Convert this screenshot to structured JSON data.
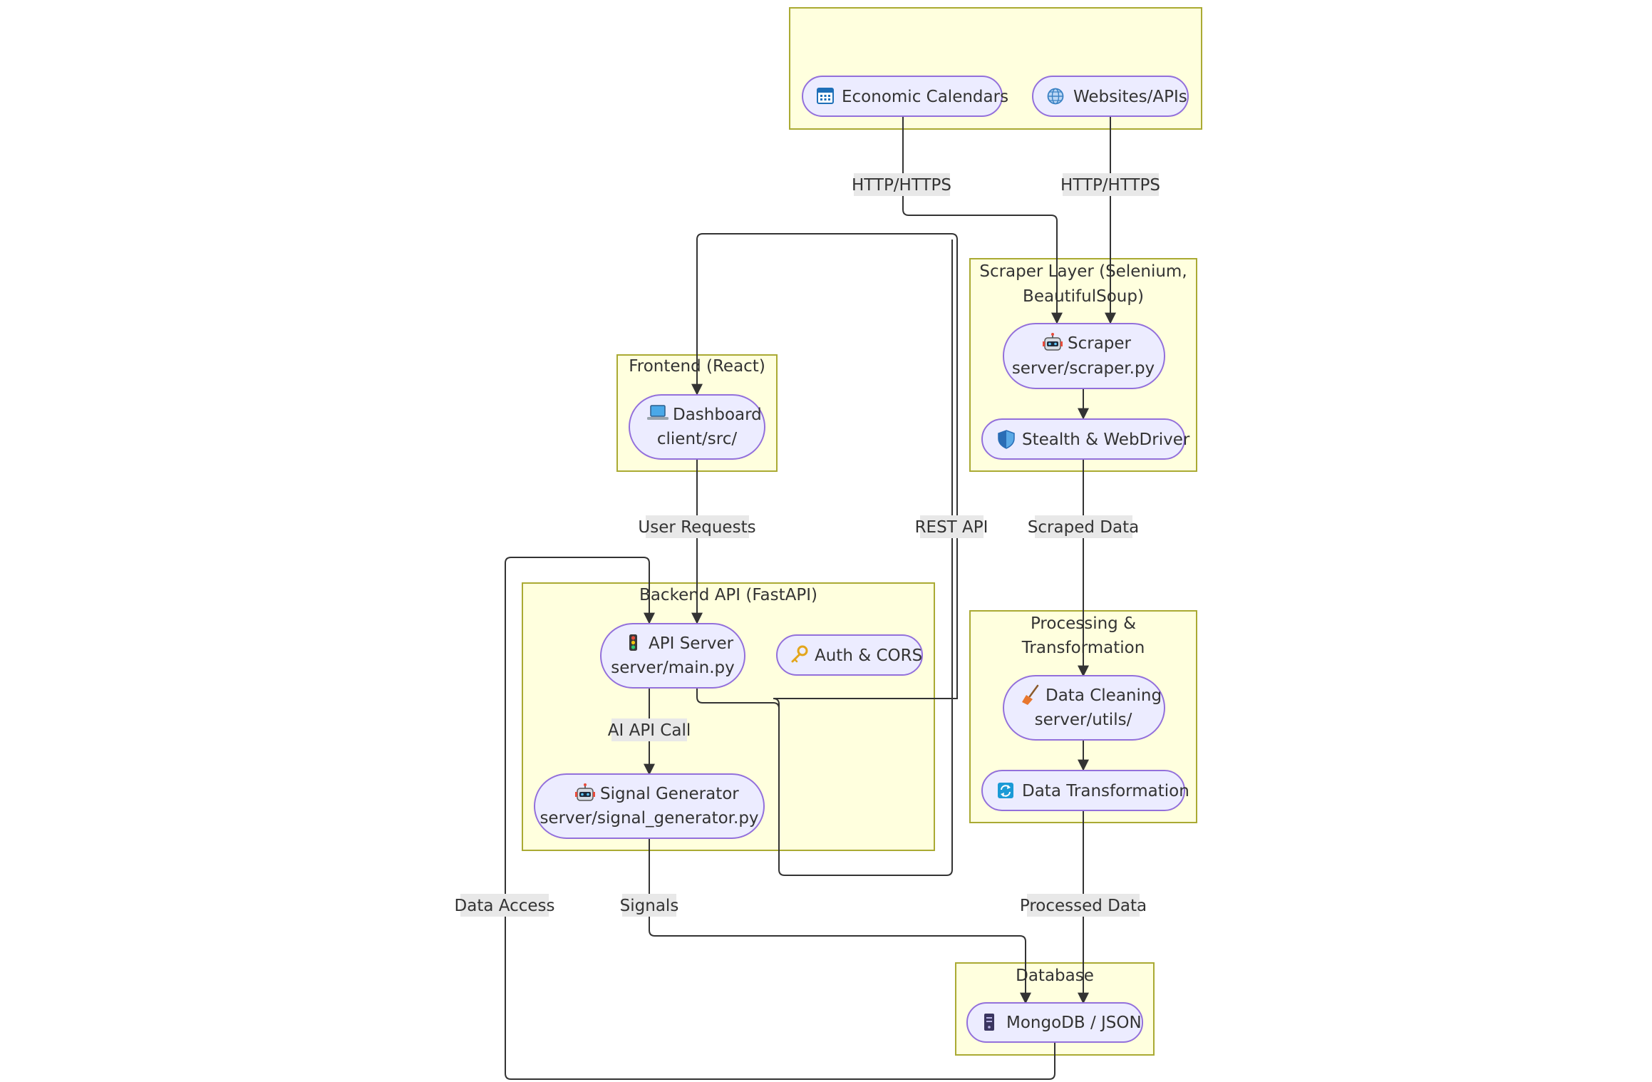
{
  "groups": {
    "sources": "",
    "scraper": [
      "Scraper Layer (Selenium,",
      "BeautifulSoup)"
    ],
    "frontend": "Frontend (React)",
    "backend": "Backend API (FastAPI)",
    "processing": [
      "Processing &",
      "Transformation"
    ],
    "database": "Database"
  },
  "nodes": {
    "economic_calendars": {
      "icon": "calendar-icon",
      "label": "Economic Calendars"
    },
    "websites_apis": {
      "icon": "globe-icon",
      "label": "Websites/APIs"
    },
    "scraper": {
      "icon": "robot-icon",
      "label": "Scraper",
      "path": "server/scraper.py"
    },
    "stealth": {
      "icon": "shield-icon",
      "label": "Stealth & WebDriver"
    },
    "dashboard": {
      "icon": "laptop-icon",
      "label": "Dashboard",
      "path": "client/src/"
    },
    "api_server": {
      "icon": "traffic-light-icon",
      "label": "API Server",
      "path": "server/main.py"
    },
    "auth_cors": {
      "icon": "key-icon",
      "label": "Auth & CORS"
    },
    "signal_generator": {
      "icon": "robot-icon",
      "label": "Signal Generator",
      "path": "server/signal_generator.py"
    },
    "data_cleaning": {
      "icon": "broom-icon",
      "label": "Data Cleaning",
      "path": "server/utils/"
    },
    "data_transformation": {
      "icon": "refresh-icon",
      "label": "Data Transformation"
    },
    "mongodb": {
      "icon": "server-icon",
      "label": "MongoDB / JSON"
    }
  },
  "edges": {
    "http1": "HTTP/HTTPS",
    "http2": "HTTP/HTTPS",
    "rest_api": "REST API",
    "user_requests": "User Requests",
    "scraped_data": "Scraped Data",
    "ai_api_call": "AI API Call",
    "data_access": "Data Access",
    "signals": "Signals",
    "processed_data": "Processed Data"
  },
  "colors": {
    "cluster_fill": "#ffffde",
    "cluster_stroke": "#aaaa33",
    "node_fill": "#ececff",
    "node_stroke": "#9370db",
    "edge": "#333333",
    "edge_label_bg": "#e8e8e8"
  }
}
